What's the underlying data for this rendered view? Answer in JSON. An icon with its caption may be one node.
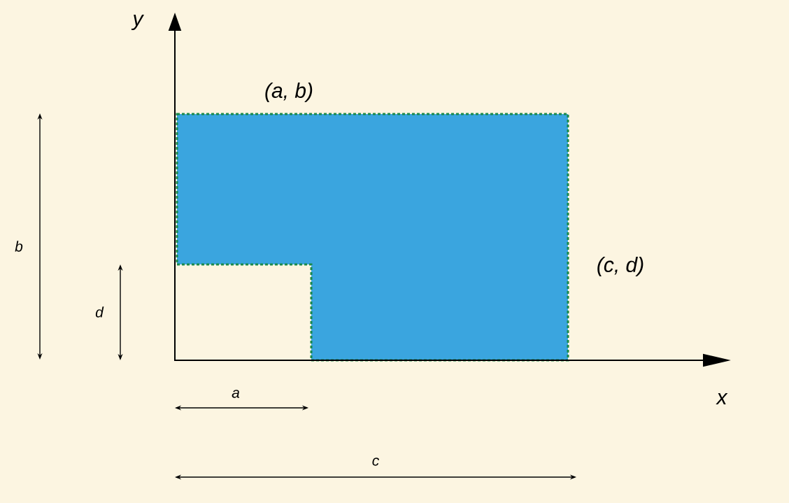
{
  "diagram": {
    "labels": [
      "y",
      "(a, b)",
      "b",
      "(c, d)",
      "d",
      "a",
      "x",
      "c"
    ]
  }
}
